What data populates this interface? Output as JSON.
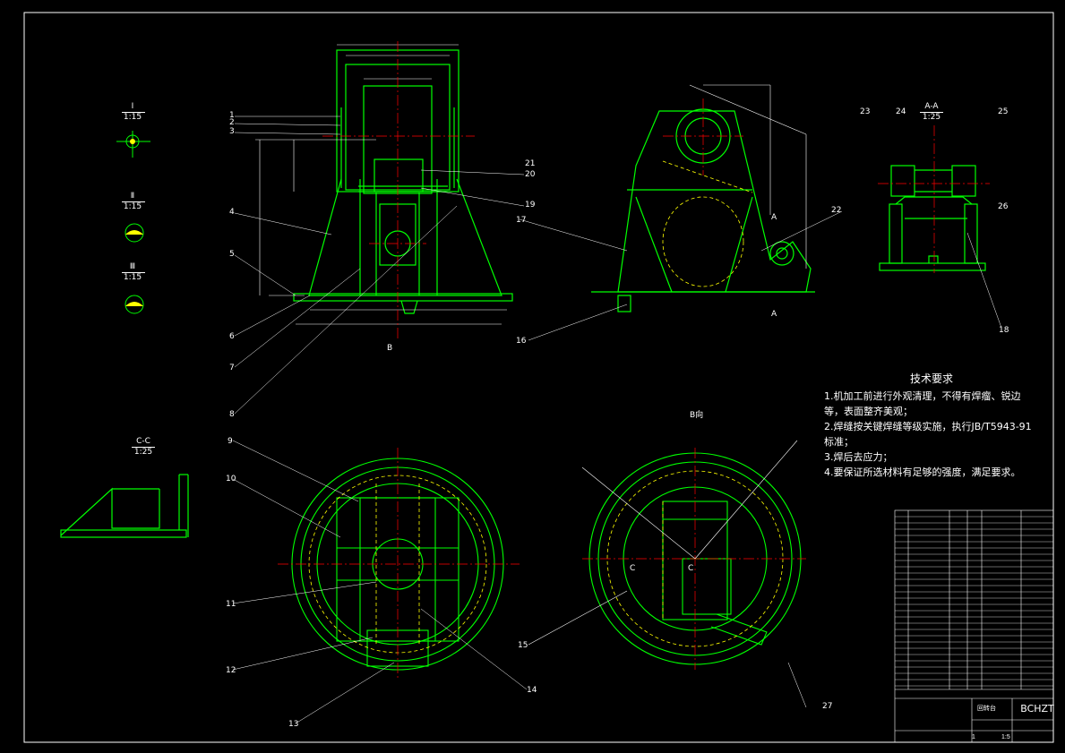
{
  "sections": {
    "view_i": "Ⅰ",
    "view_i_scale": "1:15",
    "view_ii": "Ⅱ",
    "view_ii_scale": "1:15",
    "view_iii": "Ⅲ",
    "view_iii_scale": "1:15",
    "aa": "A-A",
    "aa_scale": "1:25",
    "cc": "C-C",
    "cc_scale": "1:25",
    "b_view": "B向",
    "marker_b": "B",
    "marker_a1": "A",
    "marker_a2": "A",
    "marker_c1": "C",
    "marker_c2": "C"
  },
  "balloons": [
    "1",
    "2",
    "3",
    "4",
    "5",
    "6",
    "7",
    "8",
    "9",
    "10",
    "11",
    "12",
    "13",
    "14",
    "15",
    "16",
    "17",
    "18",
    "19",
    "20",
    "21",
    "22",
    "23",
    "24",
    "25",
    "26",
    "27"
  ],
  "tech_requirements": {
    "title": "技术要求",
    "items": [
      "1.机加工前进行外观清理，不得有焊瘤、锐边等，表面整齐美观；",
      "2.焊缝按关键焊缝等级实施，执行JB/T5943-91标准；",
      "3.焊后去应力；",
      "4.要保证所选材料有足够的强度，满足要求。"
    ]
  },
  "title_block": {
    "code": "BCHZT",
    "name": "回转台",
    "qty": "1",
    "scale": "1:5"
  },
  "colors": {
    "background": "#000000",
    "frame": "#ffffff",
    "geometry": "#00ff00",
    "annotation": "#ffffff",
    "centerline": "#ff0000",
    "hidden": "#ffff00",
    "balloon_leader": "#ffffff"
  }
}
